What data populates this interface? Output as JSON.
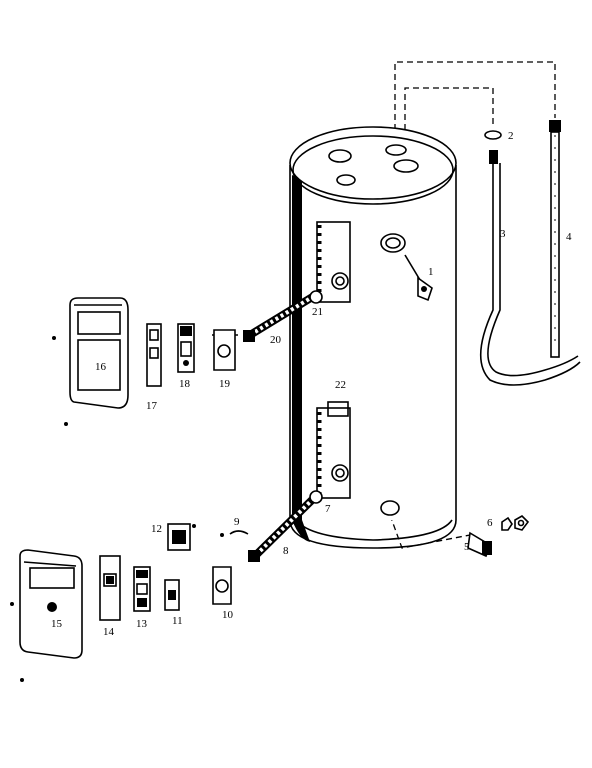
{
  "diagram": {
    "part_labels": {
      "p1": "1",
      "p2": "2",
      "p3": "3",
      "p4": "4",
      "p5": "5",
      "p6": "6",
      "p7": "7",
      "p8": "8",
      "p9": "9",
      "p10": "10",
      "p11": "11",
      "p12": "12",
      "p13": "13",
      "p14": "14",
      "p15": "15",
      "p16": "16",
      "p17": "17",
      "p18": "18",
      "p19": "19",
      "p20": "20",
      "p21": "21",
      "p22": "22"
    }
  }
}
